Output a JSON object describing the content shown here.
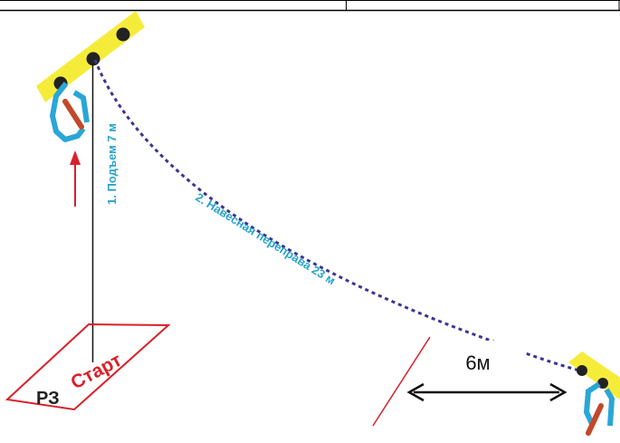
{
  "labels": {
    "ascent": "1. Подъем 7 м",
    "traverse": "2. Навесная переправа 23 м",
    "start": "Старт",
    "zone": "РЗ",
    "distance": "6м"
  },
  "colors": {
    "anchor_plate": "#f5ec3a",
    "bolt": "#222222",
    "rope_dotted": "#3d3590",
    "label_blue": "#29a3cc",
    "arrow_red": "#d9202a",
    "carabiner_blue": "#2aa6d6",
    "carabiner_gate": "#c2492a",
    "zone_outline": "#d9202a",
    "line_black": "#111111"
  },
  "icons": {
    "anchor_left": "anchor-plate-icon",
    "anchor_right": "anchor-plate-icon",
    "carabiner": "carabiner-icon",
    "arrow_up": "arrow-up-icon"
  }
}
